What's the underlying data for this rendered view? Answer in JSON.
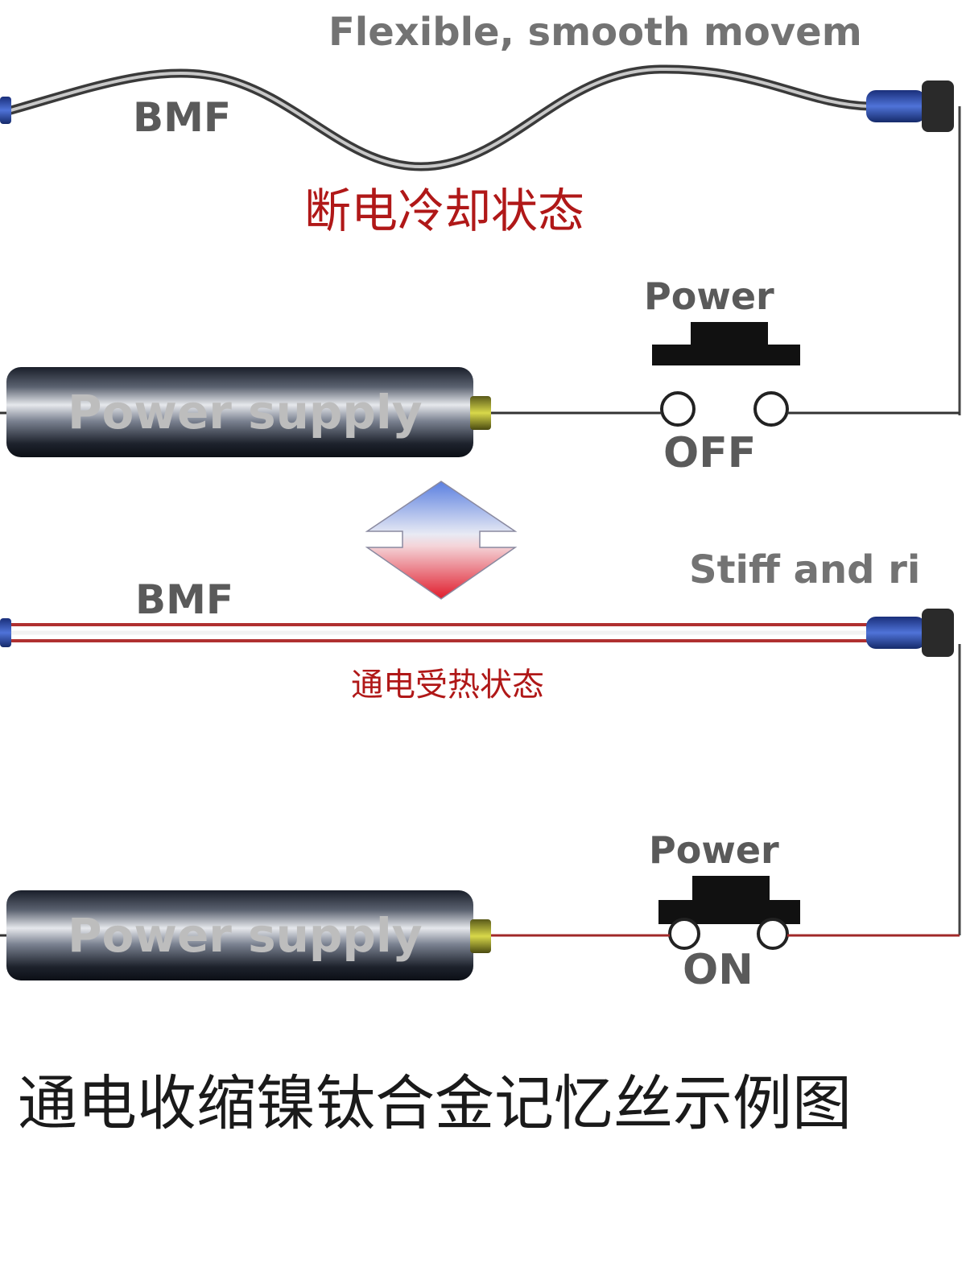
{
  "top_state": {
    "motion_label": "Flexible, smooth movem",
    "wire_label": "BMF",
    "state_label": "断电冷却状态",
    "switch_title": "Power",
    "switch_state": "OFF",
    "battery_label": "Power supply"
  },
  "bottom_state": {
    "motion_label": "Stiff and ri",
    "wire_label": "BMF",
    "state_label": "通电受热状态",
    "switch_title": "Power",
    "switch_state": "ON",
    "battery_label": "Power supply"
  },
  "caption": "通电收缩镍钛合金记忆丝示例图",
  "colors": {
    "wire_red": "#b03030",
    "state_label_red": "#b01818",
    "connector_blue": "#2c4fb0",
    "arrow_top_blue": "#5a7fe0",
    "arrow_bottom_red": "#e01c2c",
    "battery_terminal": "#c8c83a"
  }
}
